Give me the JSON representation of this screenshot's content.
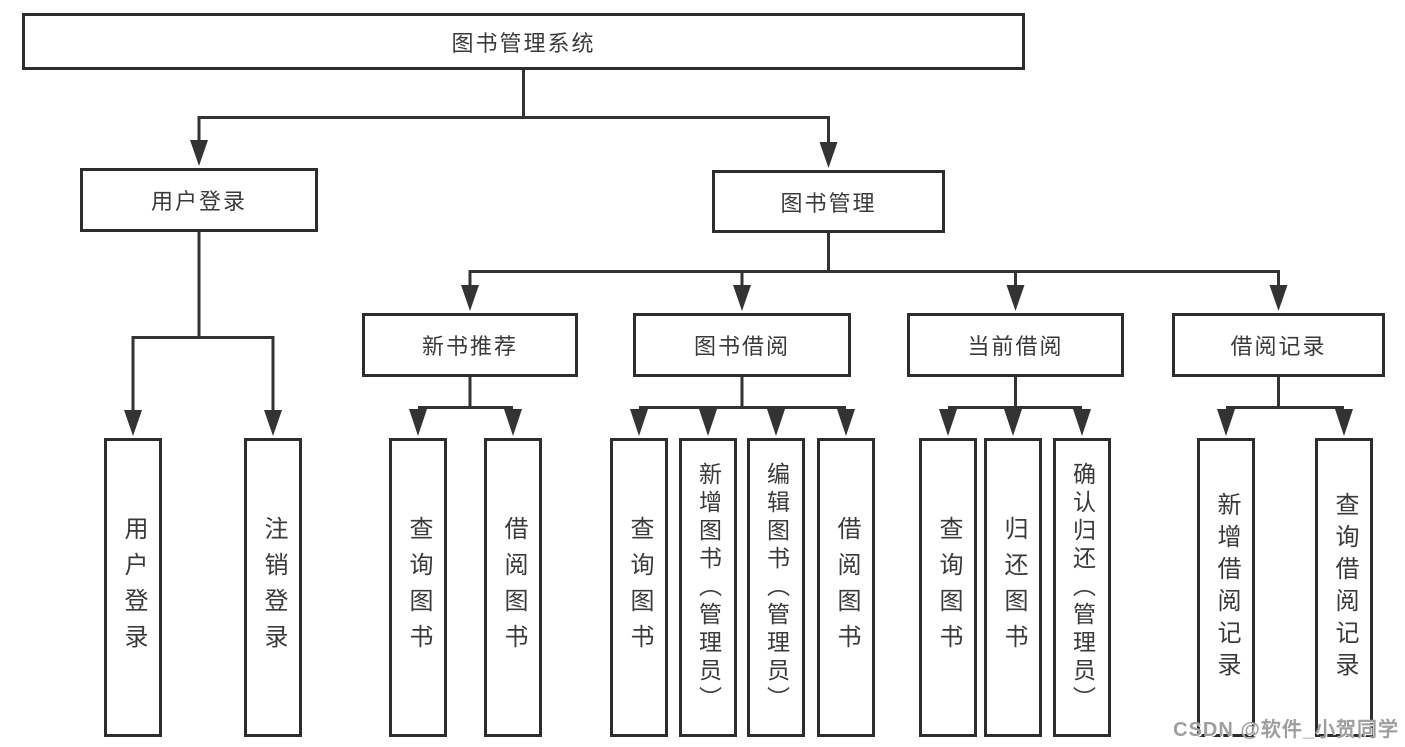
{
  "diagram": {
    "root": {
      "label": "图书管理系统"
    },
    "user_login": {
      "label": "用户登录",
      "children": [
        {
          "label": "用户登录"
        },
        {
          "label": "注销登录"
        }
      ]
    },
    "book_management": {
      "label": "图书管理",
      "sections": [
        {
          "label": "新书推荐",
          "children": [
            {
              "label": "查询图书"
            },
            {
              "label": "借阅图书"
            }
          ]
        },
        {
          "label": "图书借阅",
          "children": [
            {
              "label": "查询图书"
            },
            {
              "label": "新增图书（管理员）"
            },
            {
              "label": "编辑图书（管理员）"
            },
            {
              "label": "借阅图书"
            }
          ]
        },
        {
          "label": "当前借阅",
          "children": [
            {
              "label": "查询图书"
            },
            {
              "label": "归还图书"
            },
            {
              "label": "确认归还（管理员）"
            }
          ]
        },
        {
          "label": "借阅记录",
          "children": [
            {
              "label": "新增借阅记录"
            },
            {
              "label": "查询借阅记录"
            }
          ]
        }
      ]
    }
  },
  "watermark": {
    "text": "CSDN @软件_小贺同学"
  },
  "colors": {
    "line": "#333333",
    "box_border": "#2d2d2d",
    "text": "#3a3a3a",
    "watermark": "#9e9e9e",
    "background": "#ffffff"
  }
}
